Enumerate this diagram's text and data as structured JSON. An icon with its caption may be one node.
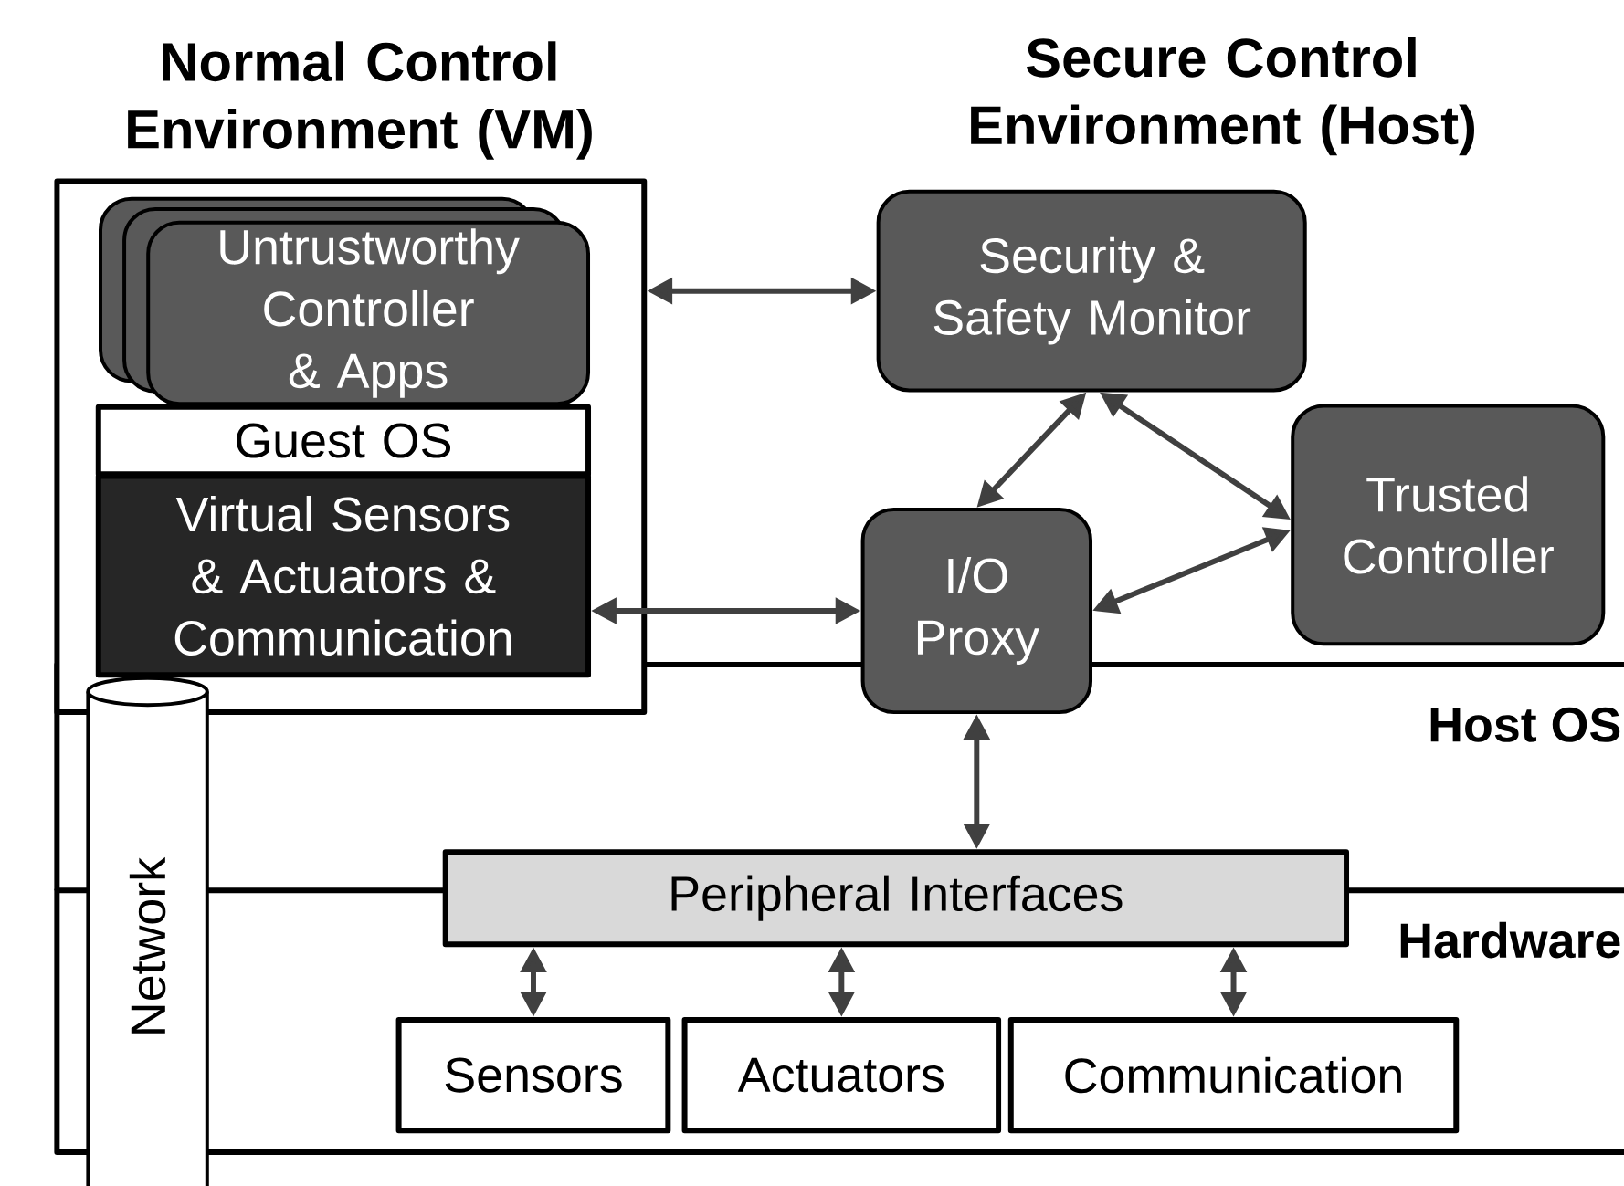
{
  "diagram": {
    "nodes": [
      {
        "text": [
          "Normal Control Environment (VM)"
        ]
      },
      {
        "text": [
          "Untrustworthy Controller & Apps"
        ],
        "in": 0
      },
      {
        "text": [
          "Guest OS"
        ],
        "in": 0
      },
      {
        "text": [
          "Virtual Sensors & Actuators & Communication"
        ],
        "in": 0
      },
      {
        "text": [
          "Security & Safety Monitor"
        ]
      },
      {
        "text": [
          "I/O Proxy"
        ]
      },
      {
        "text": [
          "Trusted Controller"
        ]
      },
      {
        "text": [
          "Host OS"
        ]
      },
      {
        "text": [
          "Hardware"
        ]
      },
      {
        "text": [
          "Peripheral Interfaces"
        ]
      },
      {
        "text": [
          "Sensors"
        ],
        "in": 8
      },
      {
        "text": [
          "Actuators"
        ],
        "in": 8
      },
      {
        "text": [
          "Communication"
        ],
        "in": 8
      },
      {
        "text": [
          "Network"
        ]
      }
    ],
    "edges": [
      {
        "from": 0,
        "to": 4,
        "arrow": "both",
        "color": "#404040"
      },
      {
        "from": 3,
        "to": 5,
        "arrow": "both",
        "color": "#404040"
      },
      {
        "from": 4,
        "to": 5,
        "arrow": "both",
        "color": "#404040"
      },
      {
        "from": 4,
        "to": 6,
        "arrow": "both",
        "color": "#404040"
      },
      {
        "from": 6,
        "to": 5,
        "arrow": "both",
        "color": "#404040"
      },
      {
        "from": 5,
        "to": 9,
        "arrow": "both",
        "color": "#404040"
      },
      {
        "from": 9,
        "to": 10,
        "arrow": "both",
        "color": "#404040"
      },
      {
        "from": 9,
        "to": 11,
        "arrow": "both",
        "color": "#404040"
      },
      {
        "from": 9,
        "to": 12,
        "arrow": "both",
        "color": "#404040"
      }
    ],
    "labels": [
      "Secure Control Environment (Host)"
    ]
  }
}
